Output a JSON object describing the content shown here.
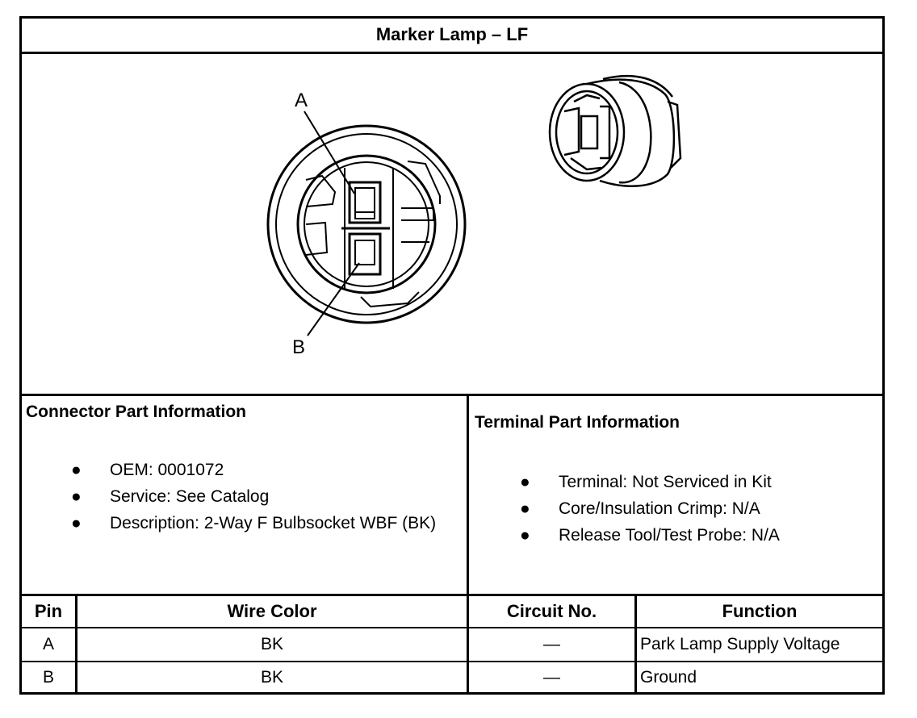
{
  "title": "Marker Lamp – LF",
  "diagram": {
    "label_a": "A",
    "label_b": "B"
  },
  "connector_info": {
    "heading": "Connector Part Information",
    "items": [
      "OEM: 0001072",
      "Service: See Catalog",
      "Description: 2-Way F Bulbsocket WBF (BK)"
    ]
  },
  "terminal_info": {
    "heading": "Terminal Part Information",
    "items": [
      "Terminal: Not Serviced in Kit",
      "Core/Insulation Crimp: N/A",
      "Release Tool/Test Probe: N/A"
    ]
  },
  "table": {
    "headers": [
      "Pin",
      "Wire Color",
      "Circuit No.",
      "Function"
    ],
    "rows": [
      [
        "A",
        "BK",
        "—",
        "Park Lamp Supply Voltage"
      ],
      [
        "B",
        "BK",
        "—",
        "Ground"
      ]
    ]
  },
  "bullet_char": "●"
}
